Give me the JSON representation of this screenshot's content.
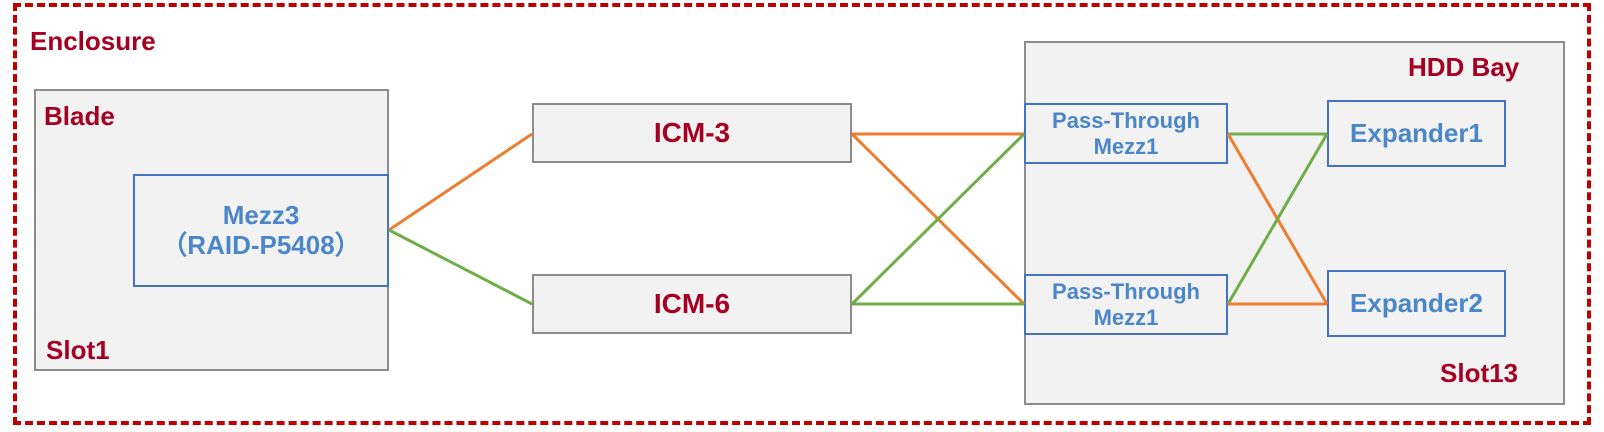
{
  "enclosure": {
    "label": "Enclosure"
  },
  "blade": {
    "title": "Blade",
    "slot": "Slot1"
  },
  "mezz3": {
    "line1": "Mezz3",
    "line2": "（RAID-P5408）"
  },
  "icm3": {
    "label": "ICM-3"
  },
  "icm6": {
    "label": "ICM-6"
  },
  "hdd_bay": {
    "title": "HDD Bay",
    "slot": "Slot13"
  },
  "passthrough_top": {
    "line1": "Pass-Through",
    "line2": "Mezz1"
  },
  "passthrough_bottom": {
    "line1": "Pass-Through",
    "line2": "Mezz1"
  },
  "expander1": {
    "label": "Expander1"
  },
  "expander2": {
    "label": "Expander2"
  },
  "colors": {
    "enclosure_border": "#c00000",
    "label_red": "#a50021",
    "box_blue_border": "#4472c4",
    "text_blue": "#4a86c8",
    "link_orange": "#ed7d31",
    "link_green": "#70ad47"
  }
}
